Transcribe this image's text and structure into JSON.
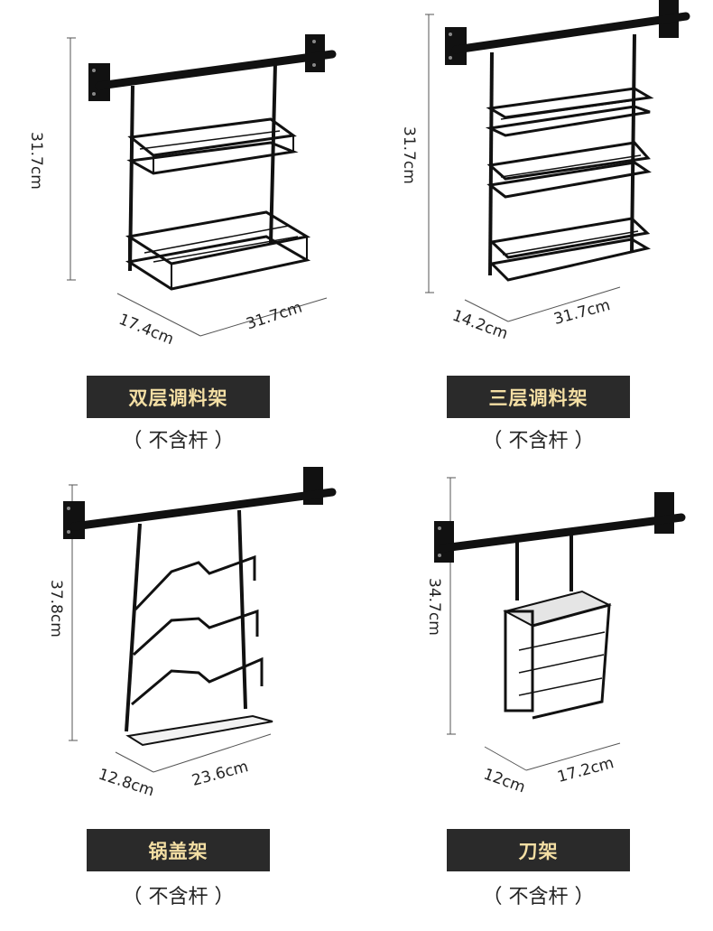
{
  "products": [
    {
      "id": "double-tier",
      "height": "31.7cm",
      "depth": "17.4cm",
      "width": "31.7cm",
      "title": "双层调料架",
      "note": "（ 不含杆 ）"
    },
    {
      "id": "triple-tier",
      "height": "31.7cm",
      "depth": "14.2cm",
      "width": "31.7cm",
      "title": "三层调料架",
      "note": "（ 不含杆 ）"
    },
    {
      "id": "lid-rack",
      "height": "37.8cm",
      "depth": "12.8cm",
      "width": "23.6cm",
      "title": "锅盖架",
      "note": "（ 不含杆 ）"
    },
    {
      "id": "knife-rack",
      "height": "34.7cm",
      "depth": "12cm",
      "width": "17.2cm",
      "title": "刀架",
      "note": "（ 不含杆 ）"
    }
  ],
  "colors": {
    "title_bg": "#2a2a2a",
    "title_text": "#f4dfa4",
    "product": "#111111"
  }
}
